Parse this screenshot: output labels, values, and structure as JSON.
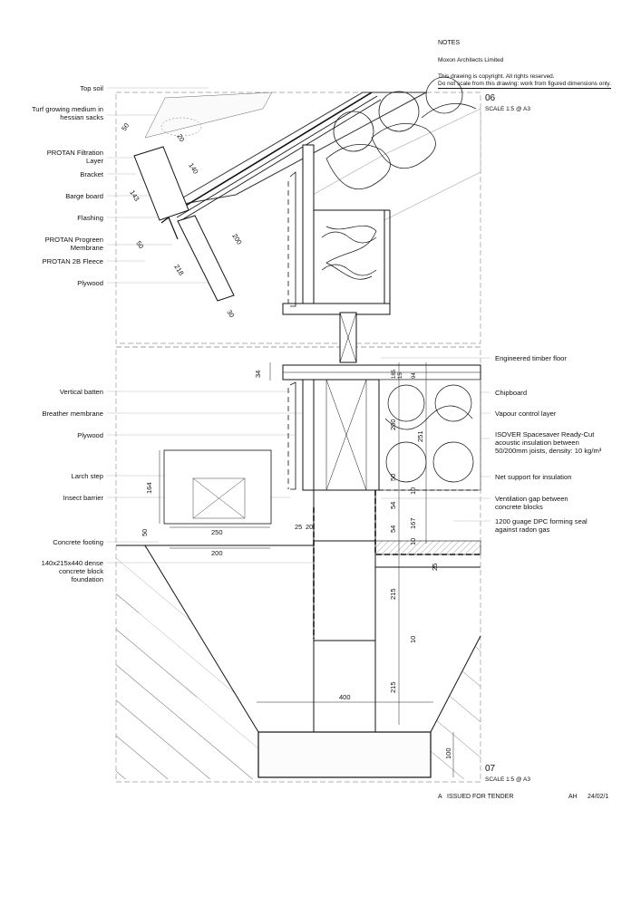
{
  "notes": {
    "heading": "NOTES",
    "firm": "Moxon Architects Limited",
    "copyright": "This drawing is copyright. All rights reserved.",
    "scale_warning": "Do not scale from this drawing: work from figured dimensions only."
  },
  "sections": [
    {
      "number": "06",
      "scale": "SCALE 1:5 @ A3"
    },
    {
      "number": "07",
      "scale": "SCALE 1:5 @ A3"
    }
  ],
  "left_labels": [
    "Top soil",
    "Turf growing medium in hessian sacks",
    "PROTAN Filtration Layer",
    "Bracket",
    "Barge board",
    "Flashing",
    "PROTAN Progreen Membrane",
    "PROTAN 2B Fleece",
    "Plywood",
    "Vertical batten",
    "Breather membrane",
    "Plywood",
    "Larch step",
    "Insect barrier",
    "Concrete footing",
    "140x215x440 dense concrete block foundation"
  ],
  "right_labels": [
    "Engineered timber floor",
    "Chipboard",
    "Vapour control layer",
    "ISOVER Spacesaver Ready-Cut acoustic insulation between 50/200mm joists, density: 10 kg/m³",
    "Net support for insulation",
    "Ventilation gap between concrete blocks",
    "1200 guage DPC forming seal against radon gas"
  ],
  "dimensions": {
    "roof": [
      "50",
      "20",
      "140",
      "143",
      "50",
      "218",
      "200",
      "30"
    ],
    "floor": [
      "34",
      "185",
      "15",
      "94",
      "200",
      "251",
      "50",
      "10",
      "54",
      "54",
      "10",
      "167",
      "25"
    ],
    "step": [
      "164",
      "250",
      "200",
      "50",
      "25",
      "20"
    ],
    "foundation": [
      "215",
      "10",
      "215",
      "400",
      "100"
    ]
  },
  "revision": {
    "letter": "A",
    "description": "ISSUED FOR TENDER",
    "initials": "AH",
    "date": "24/02/1"
  },
  "colors": {
    "line": "#111111",
    "dash": "#999999",
    "fill_light": "#f4f4f4"
  }
}
